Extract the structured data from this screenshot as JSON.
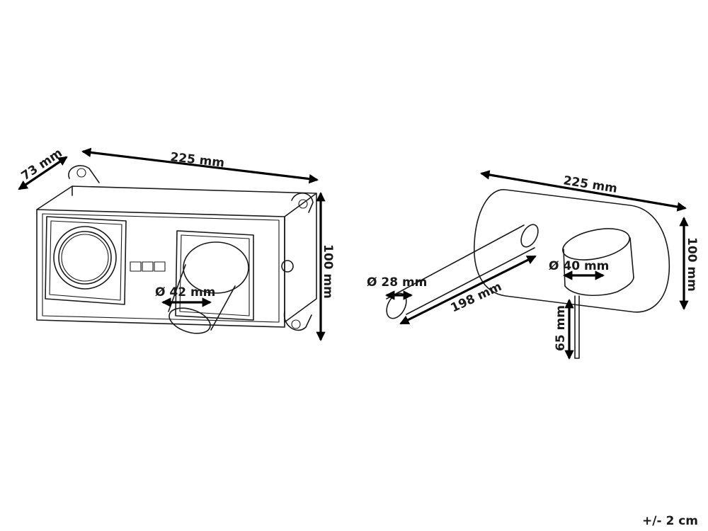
{
  "body_unit": {
    "depth": "73 mm",
    "width": "225 mm",
    "height": "100 mm",
    "knob_diameter": "Ø 42 mm"
  },
  "spout_unit": {
    "plate_width": "225 mm",
    "plate_height": "100 mm",
    "spout_diameter": "Ø 28 mm",
    "spout_length": "198 mm",
    "handle_diameter": "Ø 40 mm",
    "lever_length": "65 mm"
  },
  "tolerance": "+/- 2 cm"
}
